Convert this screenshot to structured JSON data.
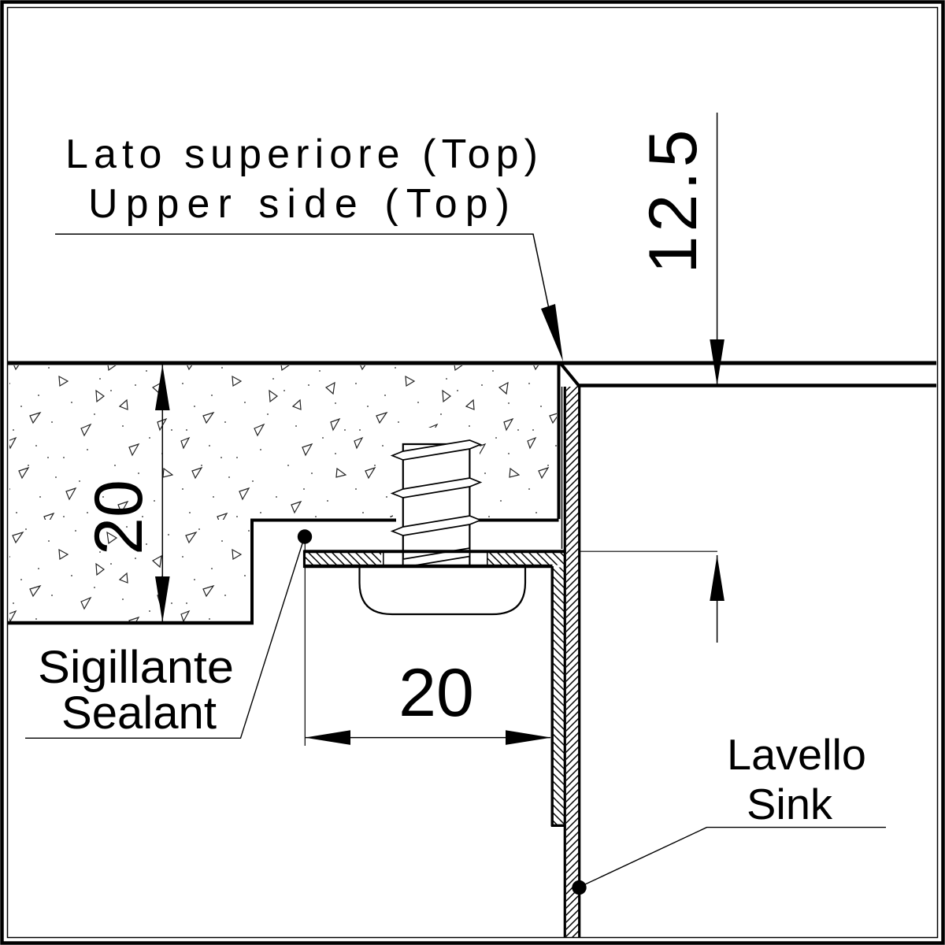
{
  "drawing_labels": {
    "top_surface": {
      "line1": "Lato superiore (Top)",
      "line2": "Upper side (Top)"
    },
    "sealant": {
      "line1": "Sigillante",
      "line2": "Sealant"
    },
    "sink": {
      "line1": "Lavello",
      "line2": "Sink"
    }
  },
  "dimensions": {
    "countertop_thickness": "20",
    "clip_plate_width": "20",
    "sink_rim_depth": "12.5"
  },
  "colors": {
    "line": "#000000",
    "background": "#ffffff"
  }
}
